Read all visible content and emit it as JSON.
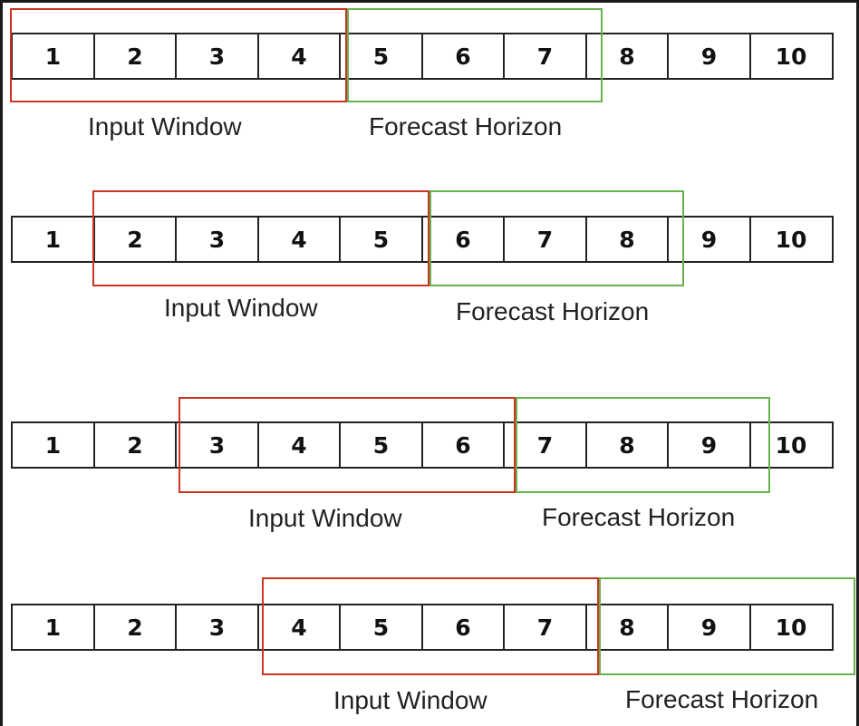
{
  "colors": {
    "input_window_border": "#cc3322",
    "forecast_horizon_border": "#66b34d",
    "cell_border": "#222222"
  },
  "panels": [
    {
      "cells": [
        "1",
        "2",
        "3",
        "4",
        "5",
        "6",
        "7",
        "8",
        "9",
        "10"
      ],
      "input_label": "Input Window",
      "forecast_label": "Forecast Horizon"
    },
    {
      "cells": [
        "1",
        "2",
        "3",
        "4",
        "5",
        "6",
        "7",
        "8",
        "9",
        "10"
      ],
      "input_label": "Input Window",
      "forecast_label": "Forecast Horizon"
    },
    {
      "cells": [
        "1",
        "2",
        "3",
        "4",
        "5",
        "6",
        "7",
        "8",
        "9",
        "10"
      ],
      "input_label": "Input Window",
      "forecast_label": "Forecast Horizon"
    },
    {
      "cells": [
        "1",
        "2",
        "3",
        "4",
        "5",
        "6",
        "7",
        "8",
        "9",
        "10"
      ],
      "input_label": "Input Window",
      "forecast_label": "Forecast Horizon"
    }
  ]
}
